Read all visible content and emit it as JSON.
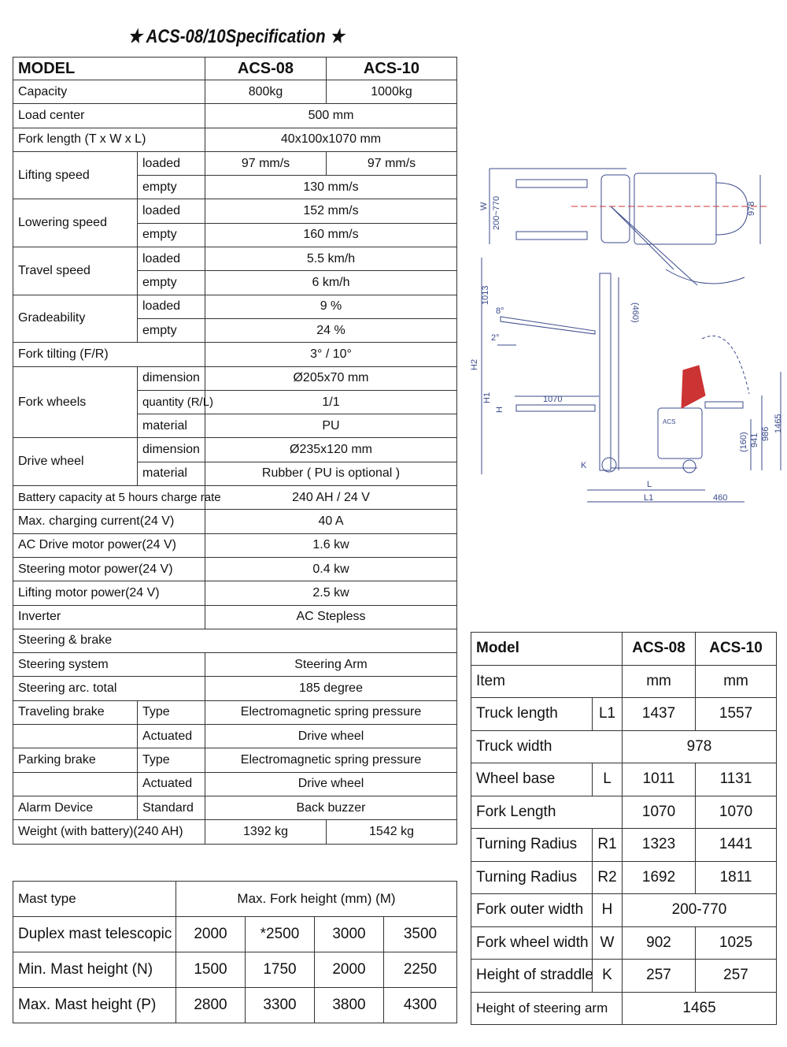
{
  "title": "★ ACS-08/10Specification ★",
  "spec": {
    "header": [
      "MODEL",
      "ACS-08",
      "ACS-10"
    ],
    "capacity": {
      "label": "Capacity",
      "v08": "800kg",
      "v10": "1000kg"
    },
    "load_center": {
      "label": "Load center",
      "value": "500 mm"
    },
    "fork_length": {
      "label": "Fork length (T x W x L)",
      "value": "40x100x1070 mm"
    },
    "lifting_speed": {
      "label": "Lifting speed",
      "loaded": "loaded",
      "loaded08": "97 mm/s",
      "loaded10": "97 mm/s",
      "empty": "empty",
      "empty_value": "130 mm/s"
    },
    "lowering_speed": {
      "label": "Lowering speed",
      "loaded": "loaded",
      "loaded_value": "152 mm/s",
      "empty": "empty",
      "empty_value": "160 mm/s"
    },
    "travel_speed": {
      "label": "Travel speed",
      "loaded": "loaded",
      "loaded_value": "5.5 km/h",
      "empty": "empty",
      "empty_value": "6 km/h"
    },
    "gradeability": {
      "label": "Gradeability",
      "loaded": "loaded",
      "loaded_value": "9 %",
      "empty": "empty",
      "empty_value": "24 %"
    },
    "fork_tilting": {
      "label": "Fork tilting (F/R)",
      "value": "3° / 10°"
    },
    "fork_wheels": {
      "label": "Fork wheels",
      "dimension": "dimension",
      "dimension_value": "Ø205x70 mm",
      "quantity": "quantity (R/L)",
      "quantity_value": "1/1",
      "material": "material",
      "material_value": "PU"
    },
    "drive_wheel": {
      "label": "Drive wheel",
      "dimension": "dimension",
      "dimension_value": "Ø235x120 mm",
      "material": "material",
      "material_value": "Rubber ( PU is optional )"
    },
    "battery": {
      "label": "Battery capacity at 5 hours charge rate",
      "value": "240 AH / 24 V"
    },
    "charging": {
      "label": "Max. charging current(24 V)",
      "value": "40 A"
    },
    "drive_motor": {
      "label": "AC Drive motor power(24 V)",
      "value": "1.6 kw"
    },
    "steering_motor": {
      "label": "Steering motor power(24 V)",
      "value": "0.4 kw"
    },
    "lifting_motor": {
      "label": "Lifting motor power(24 V)",
      "value": "2.5 kw"
    },
    "inverter": {
      "label": "Inverter",
      "value": "AC Stepless"
    },
    "steering_brake": {
      "label": "Steering & brake"
    },
    "steering_system": {
      "label": "Steering system",
      "value": "Steering Arm"
    },
    "steering_arc": {
      "label": "Steering arc. total",
      "value": "185 degree"
    },
    "traveling_brake": {
      "label": "Traveling brake",
      "type": "Type",
      "type_value": "Electromagnetic spring pressure",
      "actuated": "Actuated",
      "actuated_value": "Drive wheel"
    },
    "parking_brake": {
      "label": "Parking brake",
      "type": "Type",
      "type_value": "Electromagnetic spring pressure",
      "actuated": "Actuated",
      "actuated_value": "Drive wheel"
    },
    "alarm": {
      "label": "Alarm Device",
      "sub": "Standard",
      "value": "Back buzzer"
    },
    "weight": {
      "label": "Weight (with battery)(240 AH)",
      "v08": "1392 kg",
      "v10": "1542 kg"
    }
  },
  "mast": {
    "header": {
      "label": "Mast type",
      "title": "Max. Fork height (mm) (M)"
    },
    "rows": [
      {
        "label": "Duplex mast telescopic",
        "values": [
          "2000",
          "*2500",
          "3000",
          "3500"
        ]
      },
      {
        "label": "Min. Mast height (N)",
        "values": [
          "1500",
          "1750",
          "2000",
          "2250"
        ]
      },
      {
        "label": "Max. Mast height (P)",
        "values": [
          "2800",
          "3300",
          "3800",
          "4300"
        ]
      }
    ]
  },
  "dims": {
    "header": [
      "Model",
      "ACS-08",
      "ACS-10"
    ],
    "item": {
      "label": "Item",
      "u08": "mm",
      "u10": "mm"
    },
    "rows": [
      {
        "label": "Truck length",
        "code": "L1",
        "v08": "1437",
        "v10": "1557"
      },
      {
        "label": "Truck width",
        "code": "",
        "span": "978"
      },
      {
        "label": "Wheel base",
        "code": "L",
        "v08": "1011",
        "v10": "1131"
      },
      {
        "label": "Fork Length",
        "code": "",
        "v08": "1070",
        "v10": "1070"
      },
      {
        "label": "Turning Radius",
        "code": "R1",
        "v08": "1323",
        "v10": "1441"
      },
      {
        "label": "Turning Radius",
        "code": "R2",
        "v08": "1692",
        "v10": "1811"
      },
      {
        "label": "Fork outer width",
        "code": "H",
        "span": "200-770"
      },
      {
        "label": "Fork wheel width",
        "code": "W",
        "v08": "902",
        "v10": "1025"
      },
      {
        "label": "Height of straddle",
        "code": "K",
        "v08": "257",
        "v10": "257"
      },
      {
        "label": "Height of steering arm",
        "code": "",
        "span": "1465"
      }
    ]
  },
  "drawing": {
    "labels": [
      "W",
      "200~770",
      "978",
      "1013",
      "(460)",
      "H2",
      "H1",
      "H",
      "1070",
      "K",
      "L",
      "L1",
      "460",
      "1465",
      "986",
      "941",
      "(160)",
      "8°",
      "2°",
      "ACS"
    ],
    "color": "#3b4b8c"
  }
}
